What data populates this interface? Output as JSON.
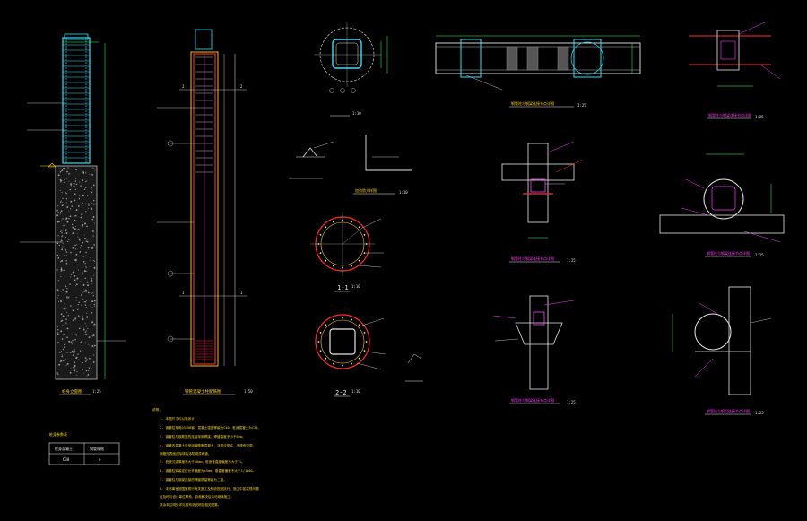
{
  "colors": {
    "background": "#000000",
    "white": "#e6e6e6",
    "cyan": "#22e6ff",
    "yellow": "#ffd21e",
    "red": "#ff2a2a",
    "green": "#44ff66",
    "magenta": "#ff3cff",
    "grey": "#8a8a8a"
  },
  "drawings": {
    "pile_elevation": {
      "title": "桩身立面图",
      "scale": "1:25"
    },
    "pile_reinforcement": {
      "title": "钢管混凝土柱配筋图",
      "scale": "1:50"
    },
    "section_top": {
      "scale": "1:10"
    },
    "section_1_1": {
      "label": "1-1",
      "scale": "1:10"
    },
    "section_2_2": {
      "label": "2-2",
      "scale": "1:10"
    },
    "beam_elevation": {
      "title": "钢管柱与钢梁连接节点详图",
      "scale": "1:25"
    },
    "node_a": {
      "title": "钢管柱与钢梁连接节点详图",
      "scale": "1:25"
    },
    "node_b": {
      "title": "钢管柱与钢梁连接节点详图",
      "scale": "1:25"
    },
    "node_c": {
      "title": "钢管柱与钢梁连接节点详图",
      "scale": "1:25"
    },
    "node_d": {
      "title": "钢管柱与钢梁连接节点详图",
      "scale": "1:25"
    },
    "node_e": {
      "title": "钢管柱与钢梁连接节点详图",
      "scale": "1:25"
    },
    "detail_small": {
      "title": "加劲肋大样图",
      "scale": "1:10"
    }
  },
  "notes": {
    "heading": "说明：",
    "lines": [
      "1. 本图尺寸均以毫米计。",
      "2. 钢管柱采用Q345B钢，混凝土强度等级为C40，桩身混凝土为C30。",
      "3. 钢管柱与钢筋笼的连接采用焊接，焊缝高度不小于6mm。",
      "4. 钢管内混凝土应采用微膨胀混凝土，浇筑应密实，不得有空洞。",
      "   钢管外表面应除锈后涂防锈漆两道。",
      "5. 桩底沉渣厚度不大于50mm，桩身垂直度偏差不大于1%。",
      "6. 钢管柱安装定位允许偏差为±5mm，垂直度偏差不大于1/1000。",
      "7. 钢管柱与钢梁连接的焊缝质量等级为二级。",
      "8. 未尽事宜按国家现行有关施工及验收规范执行，施工中如发现问题",
      "   应及时与设计单位联系，协商解决后方可继续施工。",
      "   其余未注明处详见结构总说明及相关图集。"
    ]
  },
  "table": {
    "title": "桩身参数表",
    "headers": [
      "桩身混凝土",
      "钢管规格"
    ],
    "row": [
      "C30",
      "Φ"
    ]
  }
}
